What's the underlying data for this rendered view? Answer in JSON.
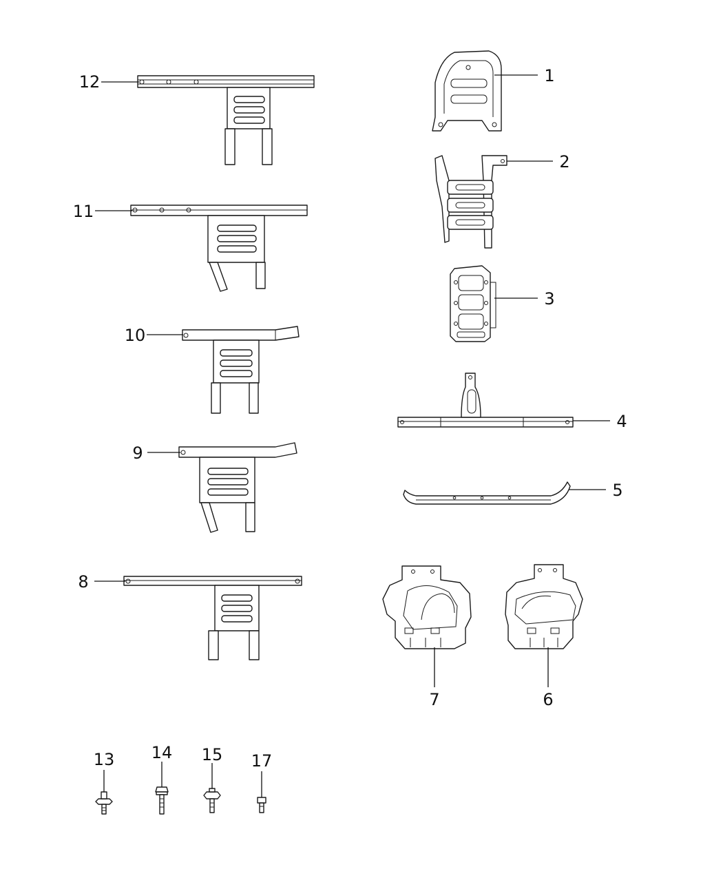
{
  "callouts": [
    {
      "id": "1",
      "label": "1"
    },
    {
      "id": "2",
      "label": "2"
    },
    {
      "id": "3",
      "label": "3"
    },
    {
      "id": "4",
      "label": "4"
    },
    {
      "id": "5",
      "label": "5"
    },
    {
      "id": "6",
      "label": "6"
    },
    {
      "id": "7",
      "label": "7"
    },
    {
      "id": "8",
      "label": "8"
    },
    {
      "id": "9",
      "label": "9"
    },
    {
      "id": "10",
      "label": "10"
    },
    {
      "id": "11",
      "label": "11"
    },
    {
      "id": "12",
      "label": "12"
    },
    {
      "id": "13",
      "label": "13"
    },
    {
      "id": "14",
      "label": "14"
    },
    {
      "id": "15",
      "label": "15"
    },
    {
      "id": "17",
      "label": "17"
    }
  ]
}
